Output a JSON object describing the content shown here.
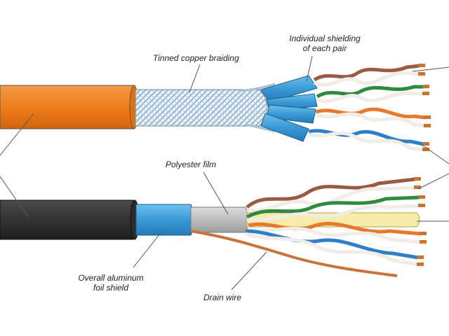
{
  "labels": {
    "tinned_braid": "Tinned copper braiding",
    "individual_shield_line1": "Individual shielding",
    "individual_shield_line2": "of each pair",
    "polyester_film": "Polyester film",
    "foil_shield_line1": "Overall aluminum",
    "foil_shield_line2": "foil shield",
    "drain_wire": "Drain wire"
  },
  "colors": {
    "orange_jacket": "#ef7d1a",
    "black_jacket": "#333333",
    "pair_shield_blue": "#3aa3db",
    "foil_blue": "#3a9ad6",
    "polyester_grey": "#bdbdbd",
    "drain_wire": "#c8743a",
    "separator_yellow": "#f5ecaa",
    "copper": "#c87533",
    "pair_brown": "#9a5b44",
    "pair_green": "#2e8a3e",
    "pair_orange": "#e6792b",
    "pair_blue": "#2f7fc8"
  }
}
